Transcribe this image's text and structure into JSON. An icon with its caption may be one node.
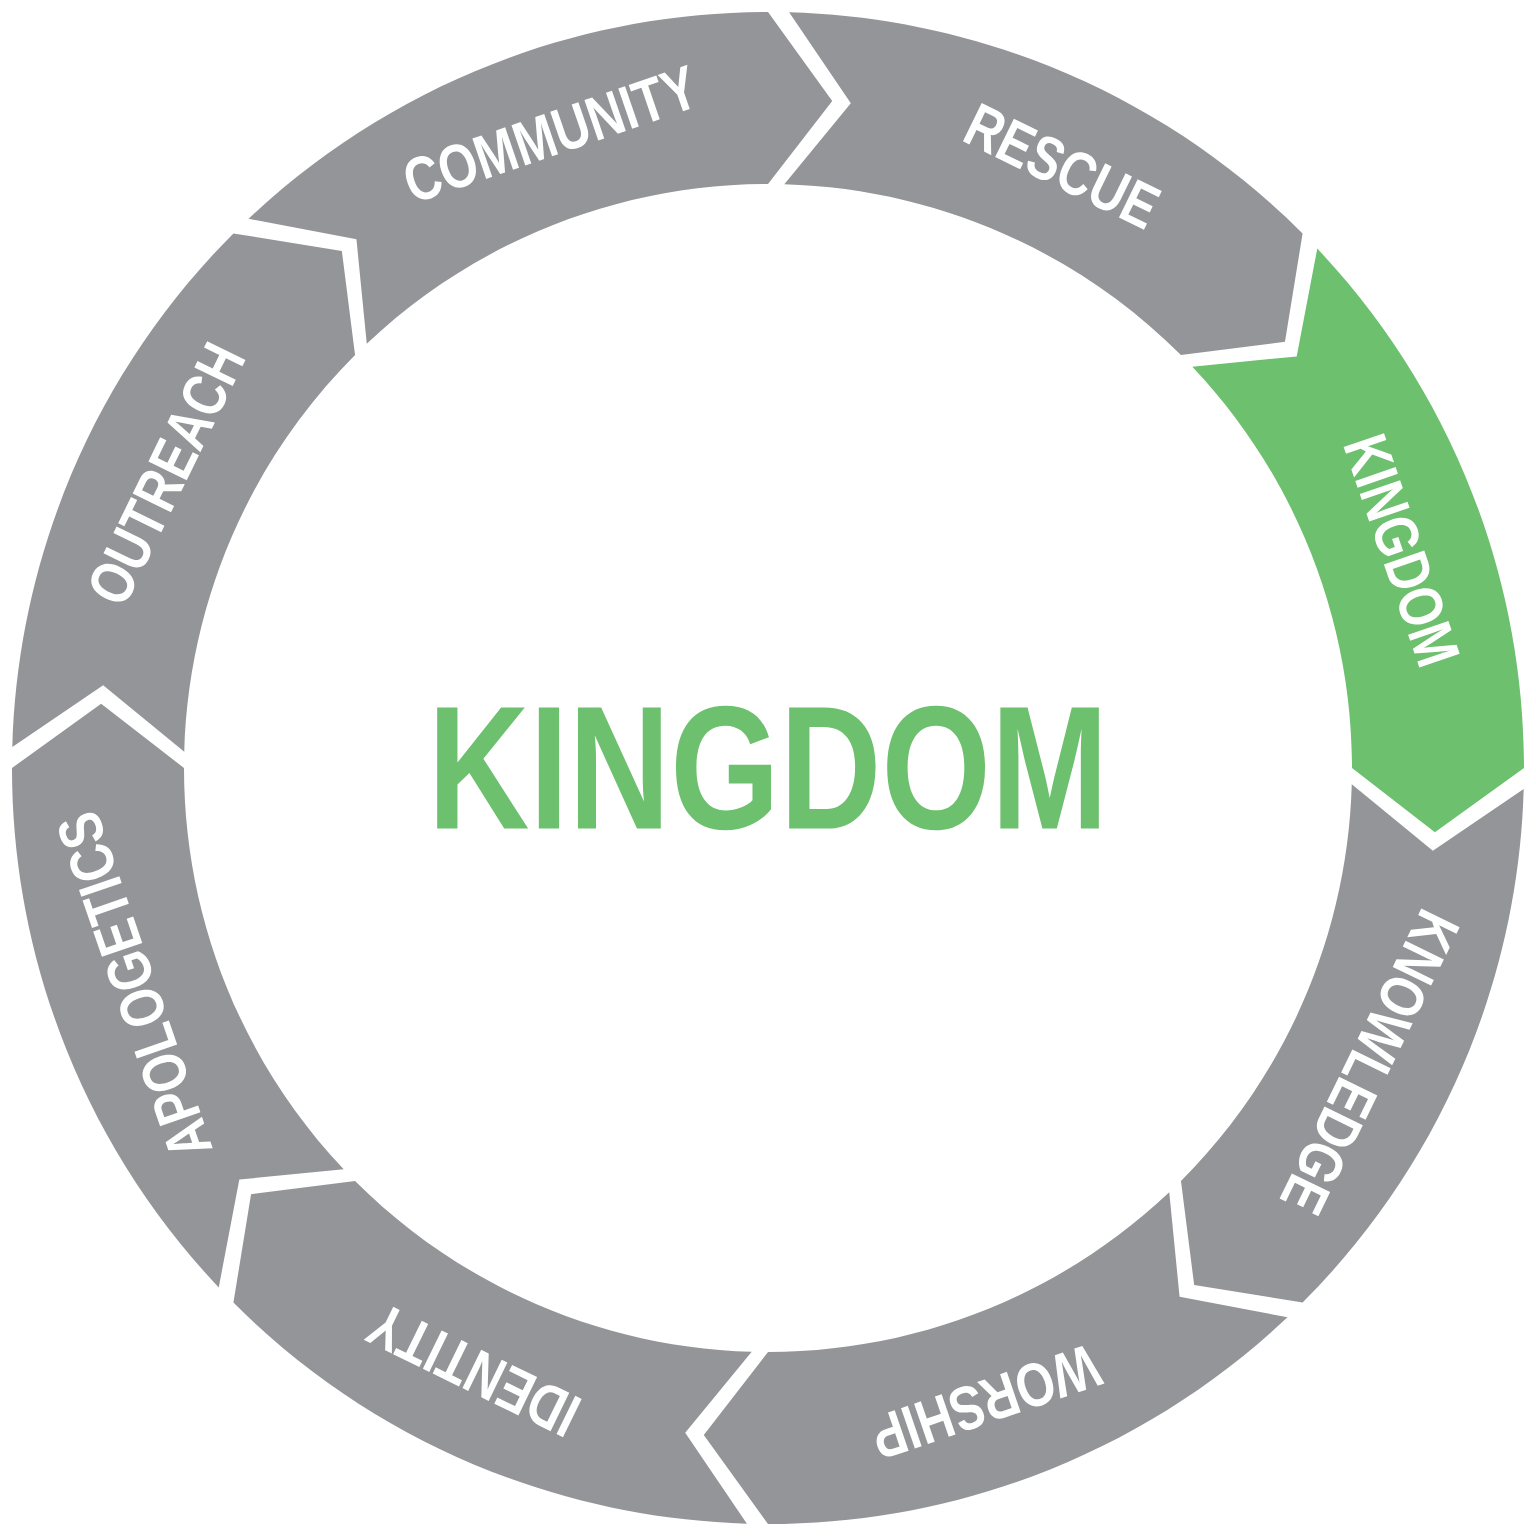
{
  "diagram": {
    "nodes": [
      {
        "text": [
          "COMMUNITY"
        ]
      },
      {
        "text": [
          "RESCUE"
        ]
      },
      {
        "text": [
          "KINGDOM"
        ]
      },
      {
        "text": [
          "KNOWLEDGE"
        ]
      },
      {
        "text": [
          "WORSHIP"
        ]
      },
      {
        "text": [
          "IDENTITY"
        ]
      },
      {
        "text": [
          "APOLOGETICS"
        ]
      },
      {
        "text": [
          "OUTREACH"
        ]
      }
    ],
    "labels": [
      "KINGDOM"
    ]
  }
}
